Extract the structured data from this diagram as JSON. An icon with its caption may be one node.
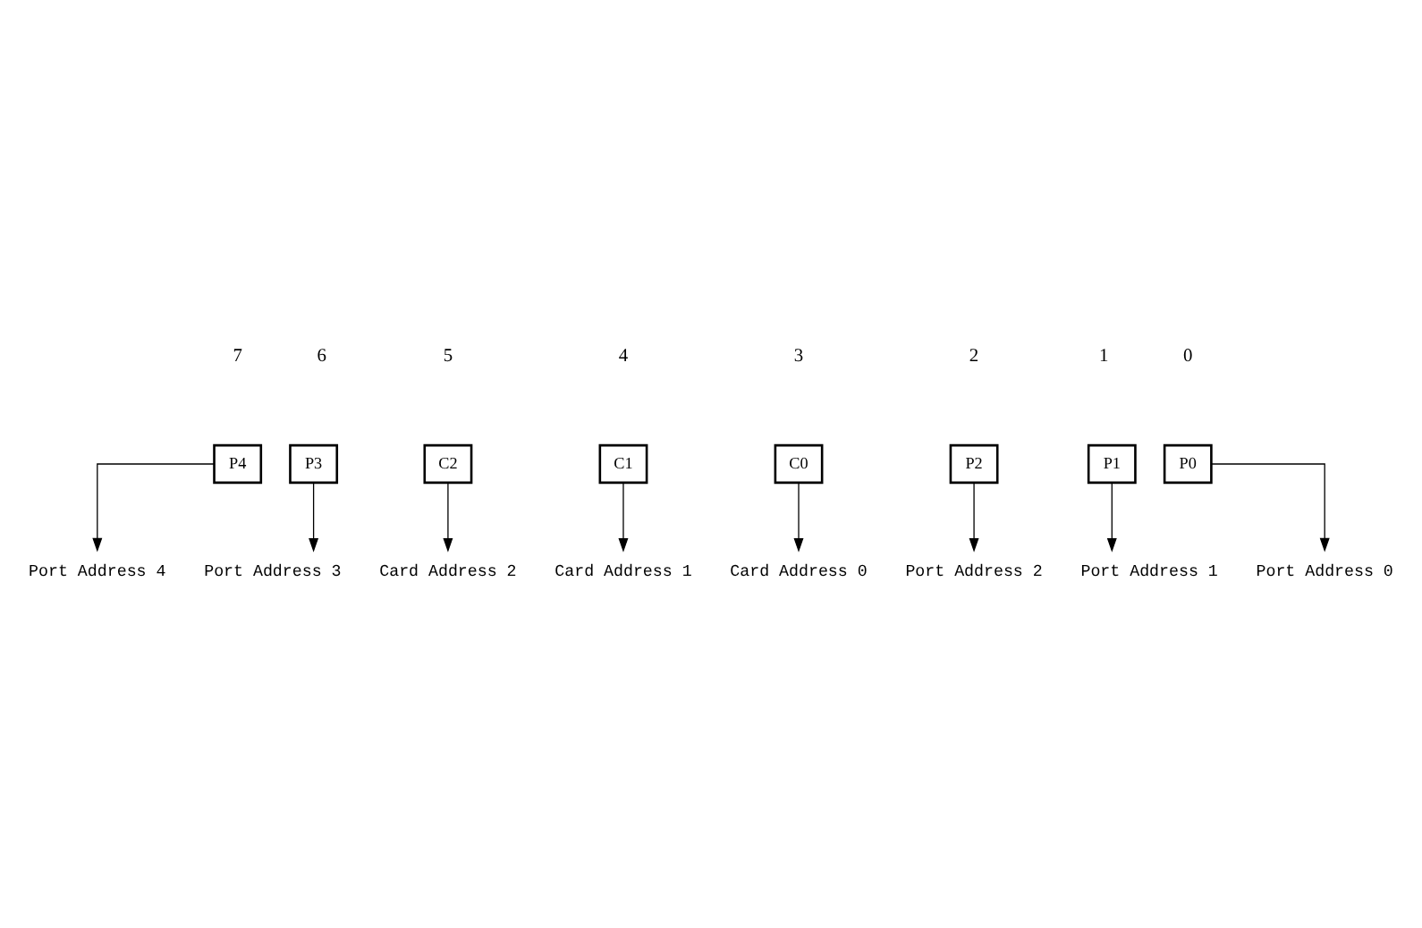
{
  "diagram": {
    "nodes": [
      {
        "text": [
          "P4"
        ]
      },
      {
        "text": [
          "P3"
        ]
      },
      {
        "text": [
          "C2"
        ]
      },
      {
        "text": [
          "C1"
        ]
      },
      {
        "text": [
          "C0"
        ]
      },
      {
        "text": [
          "P2"
        ]
      },
      {
        "text": [
          "P1"
        ]
      },
      {
        "text": [
          "P0"
        ]
      },
      {
        "text": [
          "Port Address 0"
        ]
      },
      {
        "text": [
          "Port Address 1"
        ]
      },
      {
        "text": [
          "Port Address 2"
        ]
      },
      {
        "text": [
          "Card Address 0"
        ]
      },
      {
        "text": [
          "Card Address 1"
        ]
      },
      {
        "text": [
          "Card Address 2"
        ]
      },
      {
        "text": [
          "Port Address 3"
        ]
      },
      {
        "text": [
          "Port Address 4"
        ]
      }
    ],
    "edges": [
      {
        "from": 7,
        "to": 8,
        "arrow": "to"
      },
      {
        "from": 6,
        "to": 9,
        "arrow": "to"
      },
      {
        "from": 5,
        "to": 10,
        "arrow": "to"
      },
      {
        "from": 4,
        "to": 11,
        "arrow": "to"
      },
      {
        "from": 3,
        "to": 12,
        "arrow": "to"
      },
      {
        "from": 2,
        "to": 13,
        "arrow": "to"
      },
      {
        "from": 1,
        "to": 14,
        "arrow": "to"
      },
      {
        "from": 0,
        "to": 15,
        "arrow": "to"
      }
    ],
    "labels": [
      "7",
      "6",
      "5",
      "4",
      "3",
      "2",
      "1",
      "0"
    ]
  }
}
